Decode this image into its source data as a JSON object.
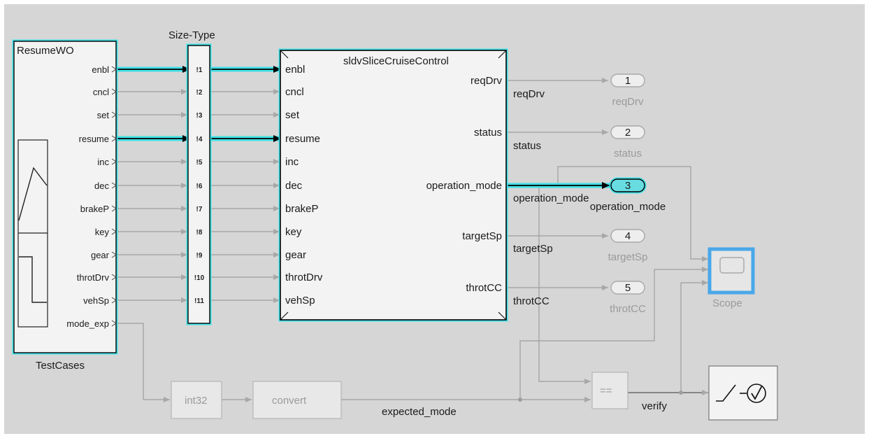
{
  "colors": {
    "canvas_background": "#d6d6d6",
    "highlight_glow": "#3fe0e6",
    "block_fill": "#f3f3f3",
    "dim_gray": "#9e9e9e",
    "scope_border": "#4aa8e8"
  },
  "test_cases_block": {
    "title": "ResumeWO",
    "caption": "TestCases",
    "ports": [
      "enbl",
      "cncl",
      "set",
      "resume",
      "inc",
      "dec",
      "brakeP",
      "key",
      "gear",
      "throtDrv",
      "vehSp",
      "mode_exp"
    ]
  },
  "size_type_block": {
    "caption": "Size-Type",
    "ports": [
      "!1",
      "!2",
      "!3",
      "!4",
      "!5",
      "!6",
      "!7",
      "!8",
      "!9",
      "!10",
      "!11"
    ]
  },
  "controller_block": {
    "title": "sldvSliceCruiseControl",
    "inputs": [
      "enbl",
      "cncl",
      "set",
      "resume",
      "inc",
      "dec",
      "brakeP",
      "key",
      "gear",
      "throtDrv",
      "vehSp"
    ],
    "outputs": [
      "reqDrv",
      "status",
      "operation_mode",
      "targetSp",
      "throtCC"
    ]
  },
  "signal_labels": [
    "reqDrv",
    "status",
    "operation_mode",
    "targetSp",
    "throtCC"
  ],
  "outports": [
    {
      "number": "1",
      "name": "reqDrv"
    },
    {
      "number": "2",
      "name": "status"
    },
    {
      "number": "3",
      "name": "operation_mode"
    },
    {
      "number": "4",
      "name": "targetSp"
    },
    {
      "number": "5",
      "name": "throtCC"
    }
  ],
  "scope": {
    "name": "Scope"
  },
  "int32_block": {
    "label": "int32"
  },
  "convert_block": {
    "label": "convert"
  },
  "relational_block": {
    "label": "=="
  },
  "assertion_block": {
    "name": "verify-assertion"
  },
  "expected_mode_label": "expected_mode",
  "verify_label": "verify",
  "highlighted_ports": [
    "enbl",
    "resume",
    "operation_mode"
  ],
  "icons": {
    "signal_builder": "waveform-icon",
    "assertion": "checkmark-circle-icon",
    "scope": "scope-screen-icon"
  }
}
